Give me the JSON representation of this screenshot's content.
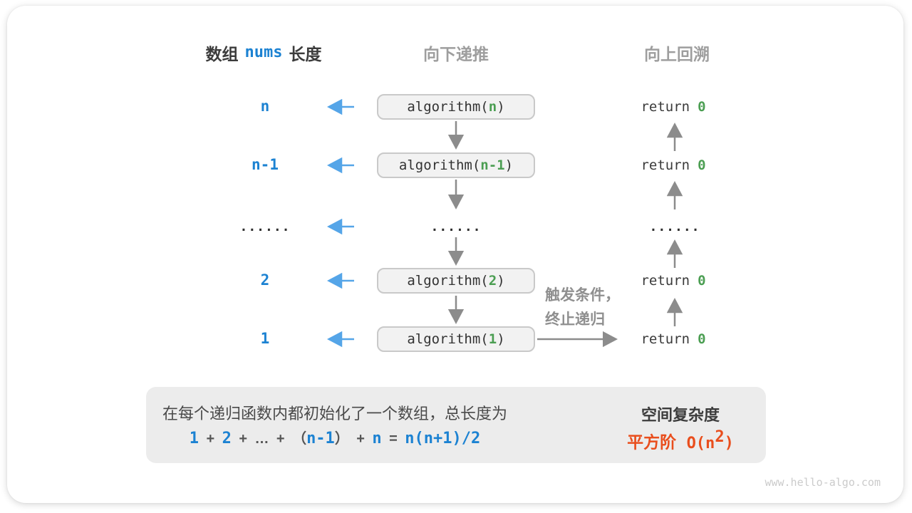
{
  "colors": {
    "blue_text": "#1C82D2",
    "blue_arrow": "#55A5E8",
    "green_value": "#4B9E52",
    "orange_result": "#E94E1D",
    "gray_arrow": "#8C8C8C",
    "header_gray": "#9E9E9E",
    "dark_text": "#3C3C3C",
    "call_box_bg": "#F2F2F2",
    "call_box_border": "#C9C9C9",
    "summary_bg": "#ECECEC"
  },
  "headers": {
    "array_prefix": "数组",
    "array_code": "nums",
    "array_suffix": "长度",
    "recurse_down": "向下递推",
    "backtrack_up": "向上回溯"
  },
  "rows": [
    {
      "length_label": "n",
      "call_open": "algorithm(",
      "call_arg": "n",
      "call_close": ")",
      "return_keyword": "return",
      "return_value": "0"
    },
    {
      "length_label": "n-1",
      "call_open": "algorithm(",
      "call_arg": "n-1",
      "call_close": ")",
      "return_keyword": "return",
      "return_value": "0"
    },
    {
      "length_label": "......",
      "call_ellipsis": "......",
      "return_ellipsis": "......"
    },
    {
      "length_label": "2",
      "call_open": "algorithm(",
      "call_arg": "2",
      "call_close": ")",
      "return_keyword": "return",
      "return_value": "0"
    },
    {
      "length_label": "1",
      "call_open": "algorithm(",
      "call_arg": "1",
      "call_close": ")",
      "return_keyword": "return",
      "return_value": "0"
    }
  ],
  "trigger_note": {
    "line1": "触发条件，",
    "line2": "终止递归"
  },
  "summary": {
    "description": "在每个递归函数内都初始化了一个数组，总长度为",
    "formula": {
      "n1": "1",
      "plus1": "+",
      "n2": "2",
      "plus2": "+",
      "ellipsis": "…",
      "plus3": "+",
      "open_paren": "（",
      "n3": "n-1",
      "close_paren": "）",
      "plus4": "+",
      "n4": "n",
      "equals": "=",
      "result": "n(n+1)/2"
    },
    "result_title": "空间复杂度",
    "result_label": "平方阶",
    "result_o_open": "O(n",
    "result_exponent": "2",
    "result_o_close": ")"
  },
  "watermark": "www.hello-algo.com"
}
